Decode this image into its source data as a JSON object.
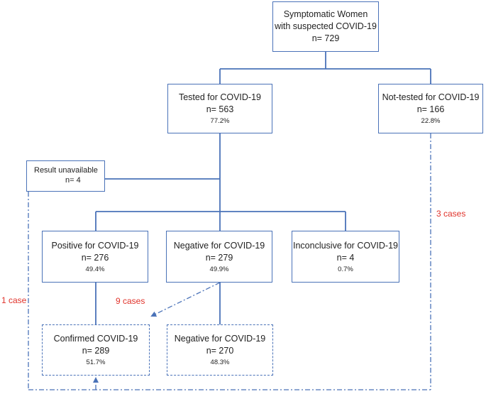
{
  "colors": {
    "line": "#4a72b8",
    "annotation": "#e0332b"
  },
  "boxes": {
    "symptomatic": {
      "line1": "Symptomatic Women",
      "line2": "with suspected COVID-19",
      "line3": "n= 729"
    },
    "tested": {
      "line1": "Tested for COVID-19",
      "line2": "n= 563",
      "pct": "77.2%"
    },
    "not_tested": {
      "line1": "Not-tested for COVID-19",
      "line2": "n= 166",
      "pct": "22.8%"
    },
    "unavailable": {
      "line1": "Result unavailable",
      "line2": "n= 4"
    },
    "positive": {
      "line1": "Positive for COVID-19",
      "line2": "n= 276",
      "pct": "49.4%"
    },
    "negative": {
      "line1": "Negative for COVID-19",
      "line2": "n= 279",
      "pct": "49.9%"
    },
    "inconclusive": {
      "line1": "Inconclusive for COVID-19",
      "line2": "n= 4",
      "pct": "0.7%"
    },
    "confirmed": {
      "line1": "Confirmed COVID-19",
      "line2": "n= 289",
      "pct": "51.7%"
    },
    "negative_final": {
      "line1": "Negative for COVID-19",
      "line2": "n= 270",
      "pct": "48.3%"
    }
  },
  "annotations": {
    "three_cases": "3 cases",
    "one_case": "1 case",
    "nine_cases": "9 cases"
  }
}
